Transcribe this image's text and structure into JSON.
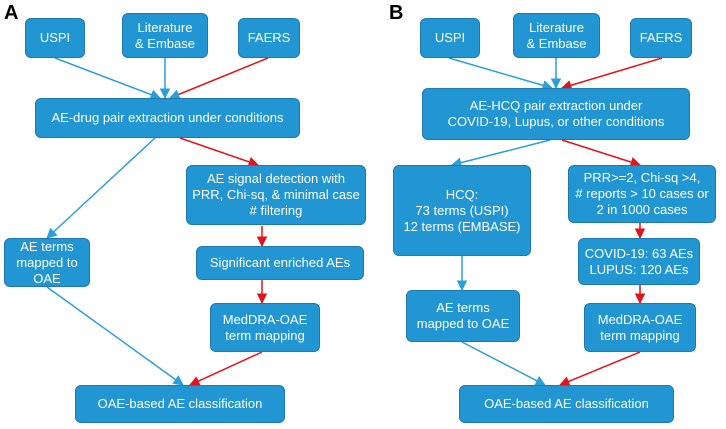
{
  "panels": {
    "a": {
      "label": "A",
      "uspi": "USPI",
      "literature": "Literature\n& Embase",
      "faers": "FAERS",
      "extraction": "AE-drug pair extraction under conditions",
      "signal": "AE signal detection with\nPRR, Chi-sq, & minimal case\n# filtering",
      "ae_terms": "AE terms\nmapped to OAE",
      "enriched": "Significant enriched AEs",
      "meddra": "MedDRA-OAE\nterm mapping",
      "classification": "OAE-based AE classification"
    },
    "b": {
      "label": "B",
      "uspi": "USPI",
      "literature": "Literature\n& Embase",
      "faers": "FAERS",
      "extraction": "AE-HCQ pair extraction under\nCOVID-19, Lupus, or other conditions",
      "hcq": "HCQ:\n73 terms (USPI)\n12 terms (EMBASE)",
      "prr": "PRR>=2, Chi-sq >4,\n# reports > 10 cases or\n2 in 1000 cases",
      "counts": "COVID-19: 63 AEs\nLUPUS: 120 AEs",
      "ae_terms": "AE terms\nmapped to OAE",
      "meddra": "MedDRA-OAE\nterm mapping",
      "classification": "OAE-based AE classification"
    }
  },
  "colors": {
    "box_fill": "#2196d3",
    "box_border": "#1f78b0",
    "blue_arrow": "#2a9fd8",
    "red_arrow": "#e0141a"
  }
}
